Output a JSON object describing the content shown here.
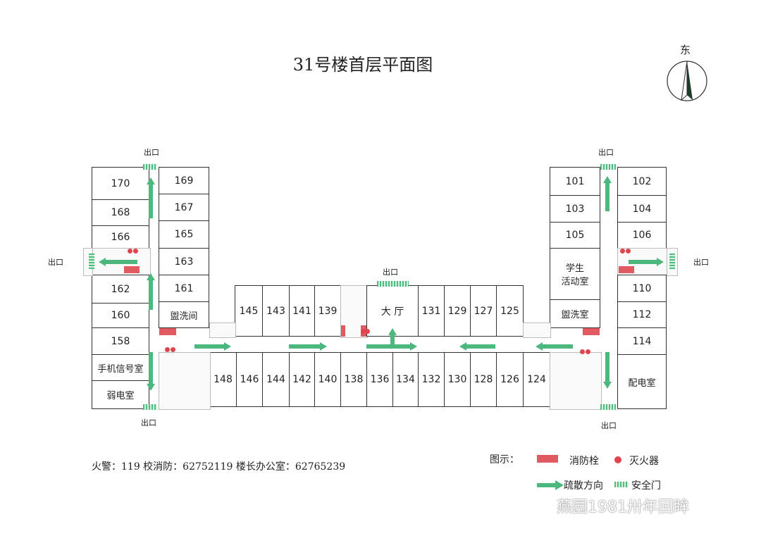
{
  "title": "31号楼首层平面图",
  "compass": {
    "label": "东"
  },
  "exit_label": "出口",
  "rooms": {
    "left_outer": [
      "170",
      "168",
      "166",
      "162",
      "160",
      "158",
      "手机信号室",
      "弱电室"
    ],
    "left_inner": [
      "169",
      "167",
      "165",
      "163",
      "161",
      "盥洗间"
    ],
    "middle_top": [
      "145",
      "143",
      "141",
      "139",
      "大 厅",
      "131",
      "129",
      "127",
      "125"
    ],
    "middle_bottom": [
      "148",
      "146",
      "144",
      "142",
      "140",
      "138",
      "136",
      "134",
      "132",
      "130",
      "128",
      "126",
      "124"
    ],
    "right_inner": [
      "101",
      "103",
      "105",
      "学生\n活动室",
      "盥洗室"
    ],
    "right_outer": [
      "102",
      "104",
      "106",
      "110",
      "112",
      "114",
      "配电室"
    ]
  },
  "contacts": "火警：119 校消防：62752119 楼长办公室：62765239",
  "legend": {
    "title": "图示：",
    "hydrant": "消防栓",
    "extinguisher": "灭火器",
    "evacuation": "疏散方向",
    "safety_door": "安全门"
  },
  "watermark": "燕园1981卅年回眸",
  "colors": {
    "arrow": "#4cb87e",
    "hydrant": "#e05a62",
    "extinguisher": "#e0444e"
  }
}
